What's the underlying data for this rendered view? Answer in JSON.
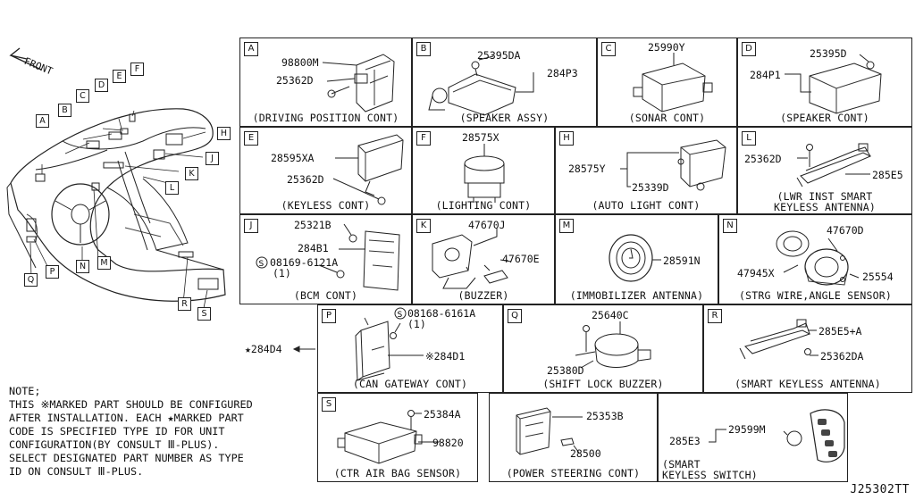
{
  "front_label": "FRONT",
  "car_callouts": [
    "A",
    "B",
    "C",
    "D",
    "E",
    "F",
    "H",
    "J",
    "K",
    "L",
    "M",
    "N",
    "P",
    "Q",
    "R",
    "S"
  ],
  "cells": {
    "A": {
      "letter": "A",
      "caption": "(DRIVING POSITION CONT)",
      "parts": [
        "98800M",
        "25362D"
      ]
    },
    "B": {
      "letter": "B",
      "caption": "(SPEAKER ASSY)",
      "parts": [
        "25395DA",
        "284P3"
      ]
    },
    "C": {
      "letter": "C",
      "caption": "(SONAR CONT)",
      "parts": [
        "25990Y"
      ]
    },
    "D": {
      "letter": "D",
      "caption": "(SPEAKER CONT)",
      "parts": [
        "25395D",
        "284P1"
      ]
    },
    "E": {
      "letter": "E",
      "caption": "(KEYLESS CONT)",
      "parts": [
        "28595XA",
        "25362D"
      ]
    },
    "F": {
      "letter": "F",
      "caption": "(LIGHTING CONT)",
      "parts": [
        "28575X"
      ]
    },
    "H": {
      "letter": "H",
      "caption": "(AUTO LIGHT CONT)",
      "parts": [
        "28575Y",
        "25339D"
      ]
    },
    "L": {
      "letter": "L",
      "caption_lines": [
        "(LWR INST SMART",
        "KEYLESS ANTENNA)"
      ],
      "parts": [
        "25362D",
        "285E5"
      ]
    },
    "J": {
      "letter": "J",
      "caption": "(BCM CONT)",
      "parts": [
        "25321B",
        "284B1",
        "08169-6121A",
        "(1)"
      ]
    },
    "K": {
      "letter": "K",
      "caption": "(BUZZER)",
      "parts": [
        "47670J",
        "47670E"
      ]
    },
    "M": {
      "letter": "M",
      "caption": "(IMMOBILIZER ANTENNA)",
      "parts": [
        "28591N"
      ]
    },
    "N": {
      "letter": "N",
      "caption": "(STRG WIRE,ANGLE SENSOR)",
      "parts": [
        "47670D",
        "47945X",
        "25554"
      ]
    },
    "P": {
      "letter": "P",
      "caption": "(CAN GATEWAY CONT)",
      "parts": [
        "08168-6161A",
        "(1)",
        "※284D1"
      ]
    },
    "Q": {
      "letter": "Q",
      "caption": "(SHIFT LOCK BUZZER)",
      "parts": [
        "25640C",
        "25380D"
      ]
    },
    "R": {
      "letter": "R",
      "caption": "(SMART KEYLESS ANTENNA)",
      "parts": [
        "285E5+A",
        "25362DA"
      ]
    },
    "S": {
      "letter": "S",
      "caption": "(CTR AIR BAG SENSOR)",
      "parts": [
        "25384A",
        "98820"
      ]
    },
    "T": {
      "caption": "(POWER STEERING CONT)",
      "parts": [
        "25353B",
        "28500"
      ]
    },
    "U": {
      "caption_lines": [
        "(SMART",
        "KEYLESS SWITCH)"
      ],
      "parts": [
        "285E3",
        "29599M"
      ]
    }
  },
  "outside_part": "★284D4",
  "note_lines": [
    "NOTE;",
    "THIS ※MARKED PART SHOULD BE CONFIGURED",
    "AFTER INSTALLATION. EACH ★MARKED PART",
    "CODE IS SPECIFIED TYPE ID FOR UNIT",
    "CONFIGURATION(BY CONSULT Ⅲ-PLUS).",
    "SELECT DESIGNATED PART NUMBER AS TYPE",
    "ID ON CONSULT Ⅲ-PLUS."
  ],
  "diagram_ref": "J25302TT"
}
